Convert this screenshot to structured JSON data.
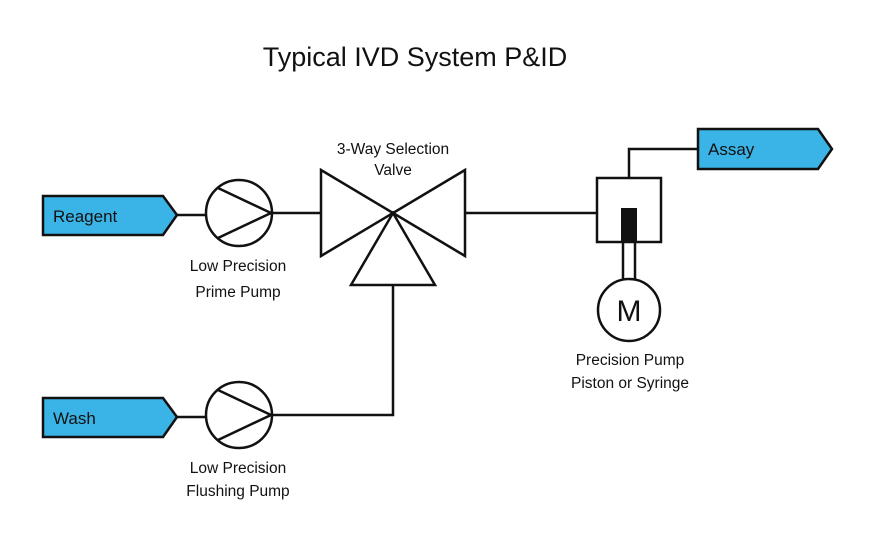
{
  "title": "Typical IVD System P&ID",
  "colors": {
    "tag_fill": "#3ab4e6",
    "stroke": "#111111"
  },
  "tags": {
    "reagent": "Reagent",
    "wash": "Wash",
    "assay": "Assay"
  },
  "labels": {
    "valve_line1": "3-Way Selection",
    "valve_line2": "Valve",
    "prime_pump_line1": "Low Precision",
    "prime_pump_line2": "Prime Pump",
    "flush_pump_line1": "Low Precision",
    "flush_pump_line2": "Flushing Pump",
    "precision_pump_line1": "Precision Pump",
    "precision_pump_line2": "Piston or Syringe",
    "motor": "M"
  }
}
